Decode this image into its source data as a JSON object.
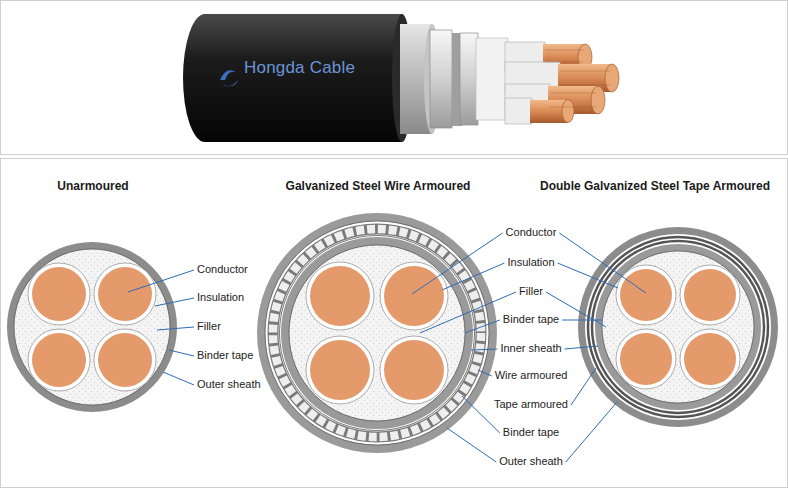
{
  "diagram": {
    "labels": [
      "Hongda Cable",
      "Unarmoured",
      "Galvanized Steel Wire Armoured",
      "Double Galvanized Steel Tape Armoured",
      "Conductor",
      "Insulation",
      "Filler",
      "Binder tape",
      "Outer sheath",
      "Conductor",
      "Insulation",
      "Filler",
      "Binder tape",
      "Inner sheath",
      "Wire armoured",
      "Tape armoured",
      "Binder tape",
      "Outer sheath"
    ]
  }
}
